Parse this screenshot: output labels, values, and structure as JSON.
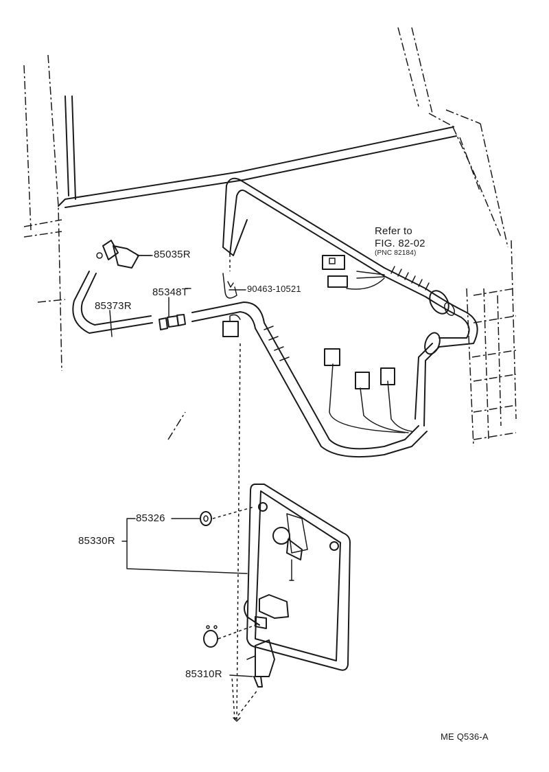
{
  "labels": {
    "p85035": "85035R",
    "p85373": "85373R",
    "p85348": "85348T",
    "p90463": "90463-10521",
    "p85326": "85326",
    "p85330": "85330R",
    "p85310": "85310R"
  },
  "reference": {
    "line1": "Refer to",
    "line2": "FIG. 82-02",
    "line3": "(PNC 82184)"
  },
  "figure_code": "ME  Q536-A"
}
